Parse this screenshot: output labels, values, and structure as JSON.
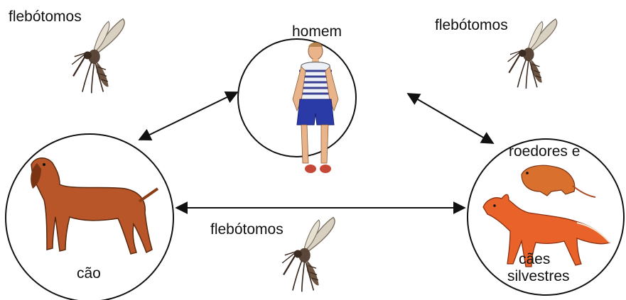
{
  "labels": {
    "vector_top_left": "flebótomos",
    "vector_top_right": "flebótomos",
    "vector_bottom": "flebótomos",
    "human": "homem",
    "dog": "cão",
    "wild_line1": "roedores e",
    "wild_line2": "cães",
    "wild_line3": "silvestres"
  },
  "icons": {
    "sandfly": "sandfly-icon",
    "human": "man-figure-icon",
    "dog": "dog-icon",
    "rodent": "rodent-icon",
    "fox": "fox-icon"
  },
  "colors": {
    "outline": "#111111",
    "shirt_stripe": "#3a3f8f",
    "shorts": "#2a3aa6",
    "skin": "#e9b48a",
    "dog_fur": "#b8562a",
    "fox_fur": "#e8622a",
    "rodent_fur": "#d9702e",
    "sandfly_body": "#5a4638",
    "sandfly_wing": "#d8d0c0"
  }
}
